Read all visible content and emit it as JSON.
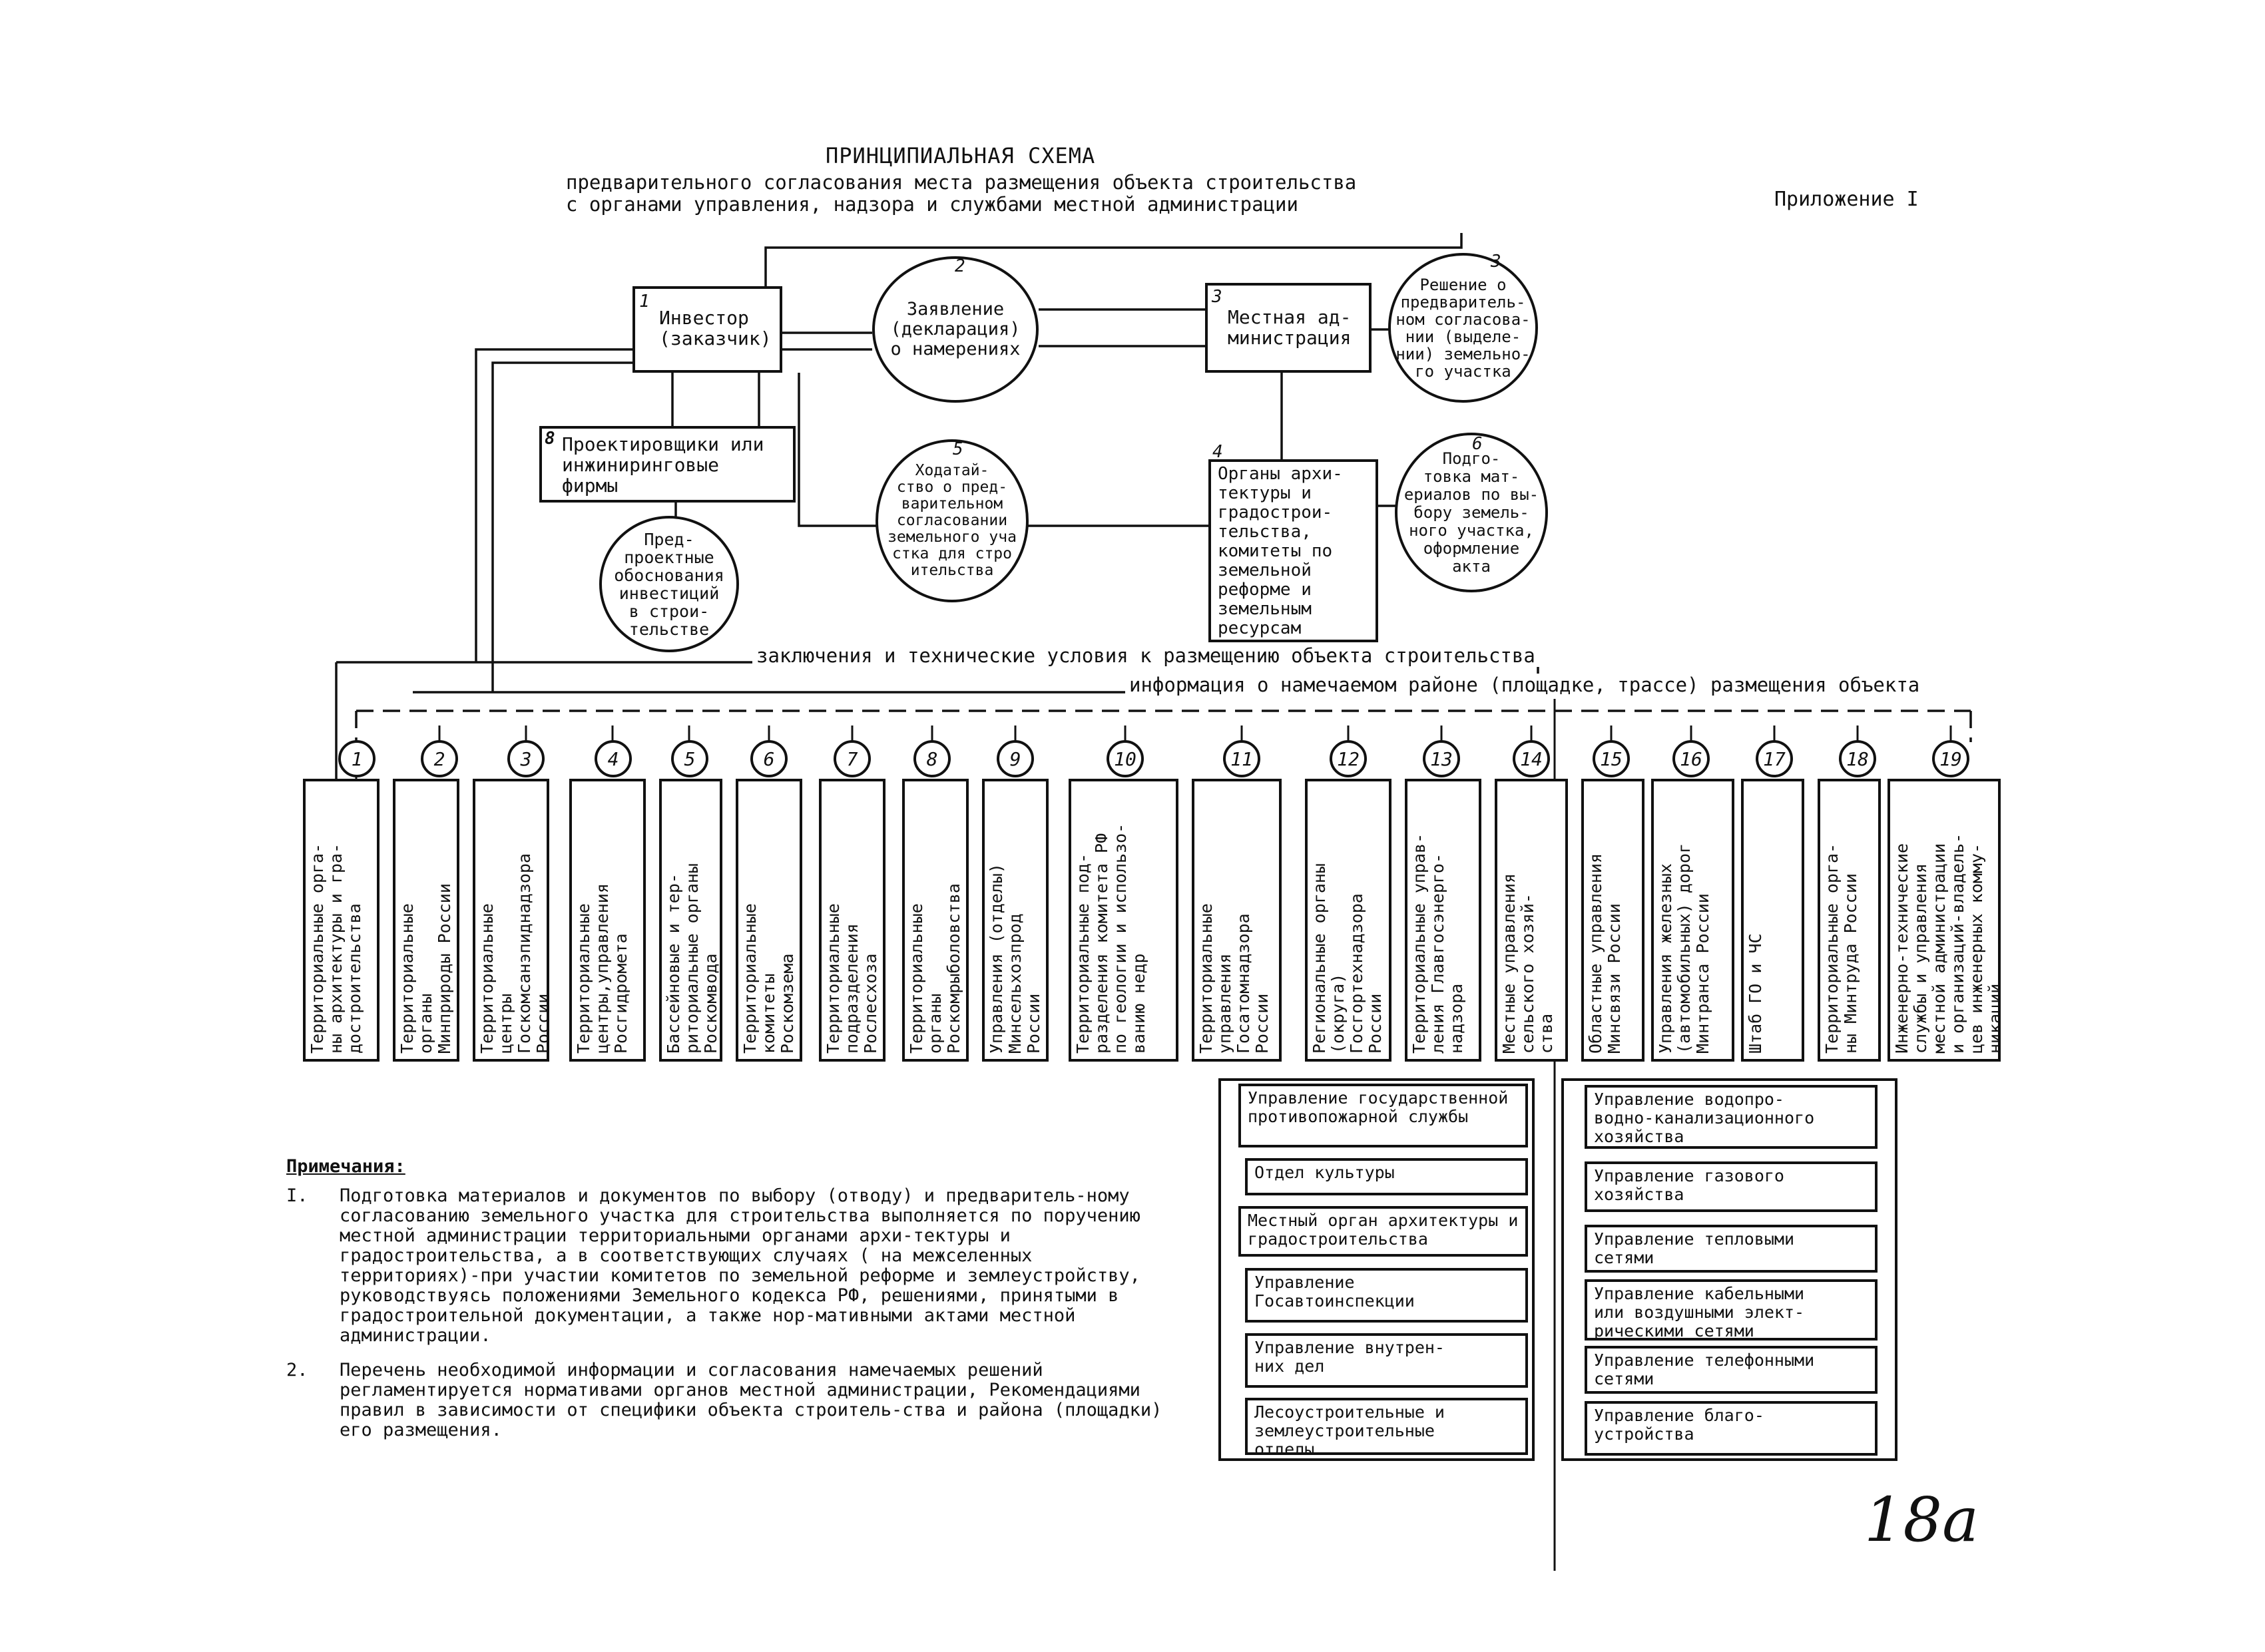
{
  "header": {
    "title": "ПРИНЦИПИАЛЬНАЯ СХЕМА",
    "subtitle_line1": "предварительного согласования места размещения объекта строительства",
    "subtitle_line2": "с органами управления, надзора и службами местной администрации",
    "appendix": "Приложение I"
  },
  "top_nodes": {
    "n1": {
      "num": "1",
      "label": "Инвестор\n(заказчик)"
    },
    "n2": {
      "num": "2",
      "label": "Заявление\n(декларация)\nо намерениях"
    },
    "n3": {
      "num": "3",
      "label": "Местная ад-\nминистрация"
    },
    "n3b": {
      "num": "3",
      "label": "Решение о\nпредваритель-\nном согласова-\nнии (выделе-\nнии) земельно-\nго участка"
    },
    "n8": {
      "num": "8",
      "label": "Проектировщики или\nинжиниринговые\nфирмы"
    },
    "n8c": {
      "label": "Пред-\nпроектные\nобоснования\nинвестиций\nв строи-\nтельстве"
    },
    "n5": {
      "num": "5",
      "label": "Ходатай-\nство о пред-\nварительном\nсогласовании\nземельного уча\nстка для стро\nительства"
    },
    "n4": {
      "num": "4",
      "label": "Органы архи-\nтектуры и\nградострои-\nтельства,\nкомитеты по\nземельной\nреформе и\nземельным\nресурсам"
    },
    "n6": {
      "num": "6",
      "label": "Подго-\nтовка мат-\nериалов по вы-\nбору земель-\nного участка,\nоформление\nакта"
    }
  },
  "flow_labels": {
    "conclusions": "заключения и технические условия к размещению объекта строительства",
    "information": "информация о намечаемом районе (площадке, трассе) размещения объекта"
  },
  "agencies": [
    {
      "num": "1",
      "label": "Территориальные орга-\nны архитектуры и гра-\nдостроительства"
    },
    {
      "num": "2",
      "label": "Территориальные\nорганы\nМинприроды России"
    },
    {
      "num": "3",
      "label": "Территориальные\nцентры\nГоскомсанэпиднадзора\nРоссии"
    },
    {
      "num": "4",
      "label": "Территориальные\nцентры,управления\nРосгидромета"
    },
    {
      "num": "5",
      "label": "Бассейновые и тер-\nриториальные органы\nРоскомвода"
    },
    {
      "num": "6",
      "label": "Территориальные\nкомитеты\nРоскомзема"
    },
    {
      "num": "7",
      "label": "Территориальные\nподразделения\nРослесхоза"
    },
    {
      "num": "8",
      "label": "Территориальные\nорганы\nРоскомрыболовства"
    },
    {
      "num": "9",
      "label": "Управления (отделы)\nМинсельхозпрод\nРоссии"
    },
    {
      "num": "10",
      "label": "Территориальные под-\nразделения комитета РФ\nпо геологии и использо-\nванию недр"
    },
    {
      "num": "11",
      "label": "Территориальные\nуправления\nГосатомнадзора\nРоссии"
    },
    {
      "num": "12",
      "label": "Региональные органы\n(округа)\nГосгортехнадзора\nРоссии"
    },
    {
      "num": "13",
      "label": "Территориальные управ-\nления Главгосэнерго-\nнадзора"
    },
    {
      "num": "14",
      "label": "Местные управления\nсельского хозяй-\nства"
    },
    {
      "num": "15",
      "label": "Областные управления\nМинсвязи России"
    },
    {
      "num": "16",
      "label": "Управления железных\n(автомобильных) дорог\nМинтранса России"
    },
    {
      "num": "17",
      "label": "Штаб ГО и ЧС"
    },
    {
      "num": "18",
      "label": "Территориальные орга-\nны Минтруда России"
    },
    {
      "num": "19",
      "label": "Инженерно-технические\nслужбы и управления\nместной администрации\nи организаций-владель-\nцев инженерных комму-\nникаций"
    }
  ],
  "local_admin_left": [
    "Управление государственной противопожарной службы",
    "Отдел культуры",
    "Местный орган архитектуры и градостроительства",
    "Управление\nГосавтоинспекции",
    "Управление внутрен-\nних дел",
    "Лесоустроительные и\nземлеустроительные\nотделы"
  ],
  "local_admin_right": [
    "Управление водопро-\nводно-канализационного\nхозяйства",
    "Управление газового\nхозяйства",
    "Управление тепловыми\nсетями",
    "Управление кабельными\nили воздушными элект-\nрическими сетями",
    "Управление телефонными\nсетями",
    "Управление благо-\nустройства"
  ],
  "notes": {
    "heading": "Примечания:",
    "items": [
      {
        "num": "I.",
        "text": "Подготовка материалов и документов по выбору (отводу) и предваритель-ному согласованию земельного участка для строительства выполняется по поручению местной администрации территориальными органами архи-тектуры и градостроительства, а в соответствующих случаях ( на межселенных территориях)-при участии комитетов по земельной реформе и землеустройству, руководствуясь положениями Земельного кодекса РФ, решениями, принятыми в градостроительной документации, а также нор-мативными актами местной администрации."
      },
      {
        "num": "2.",
        "text": "Перечень необходимой информации и согласования намечаемых решений регламентируется нормативами органов местной администрации, Рекомендациями правил в зависимости от специфики объекта строитель-ства и района (площадки) его размещения."
      }
    ]
  },
  "page_number": "18а"
}
